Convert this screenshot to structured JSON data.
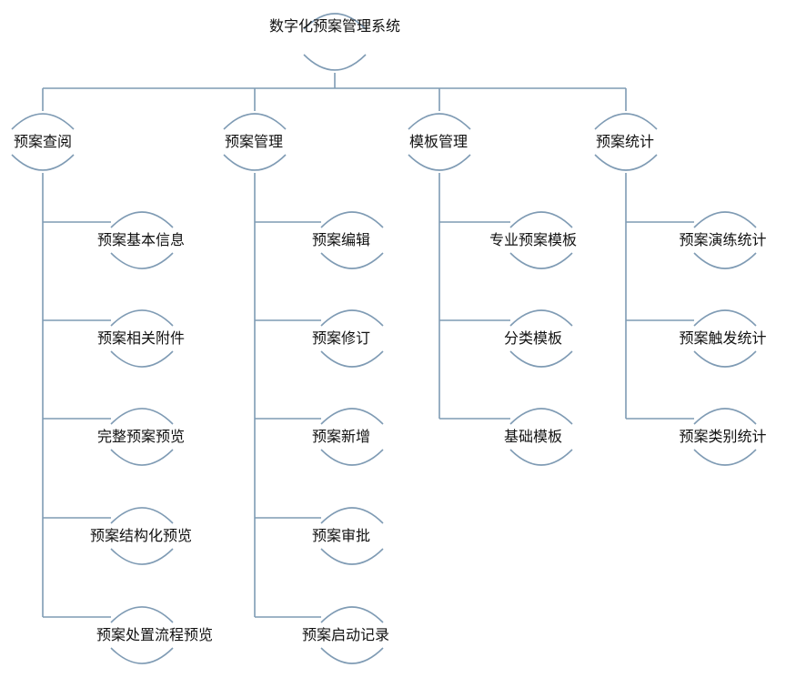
{
  "colors": {
    "line": "#7f9bb4",
    "text": "#111111",
    "background": "#ffffff"
  },
  "root": {
    "label": "数字化预案管理系统"
  },
  "branches": [
    {
      "label": "预案查阅",
      "children": [
        "预案基本信息",
        "预案相关附件",
        "完整预案预览",
        "预案结构化预览",
        "预案处置流程预览"
      ]
    },
    {
      "label": "预案管理",
      "children": [
        "预案编辑",
        "预案修订",
        "预案新增",
        "预案审批",
        "预案启动记录"
      ]
    },
    {
      "label": "模板管理",
      "children": [
        "专业预案模板",
        "分类模板",
        "基础模板"
      ]
    },
    {
      "label": "预案统计",
      "children": [
        "预案演练统计",
        "预案触发统计",
        "预案类别统计"
      ]
    }
  ]
}
